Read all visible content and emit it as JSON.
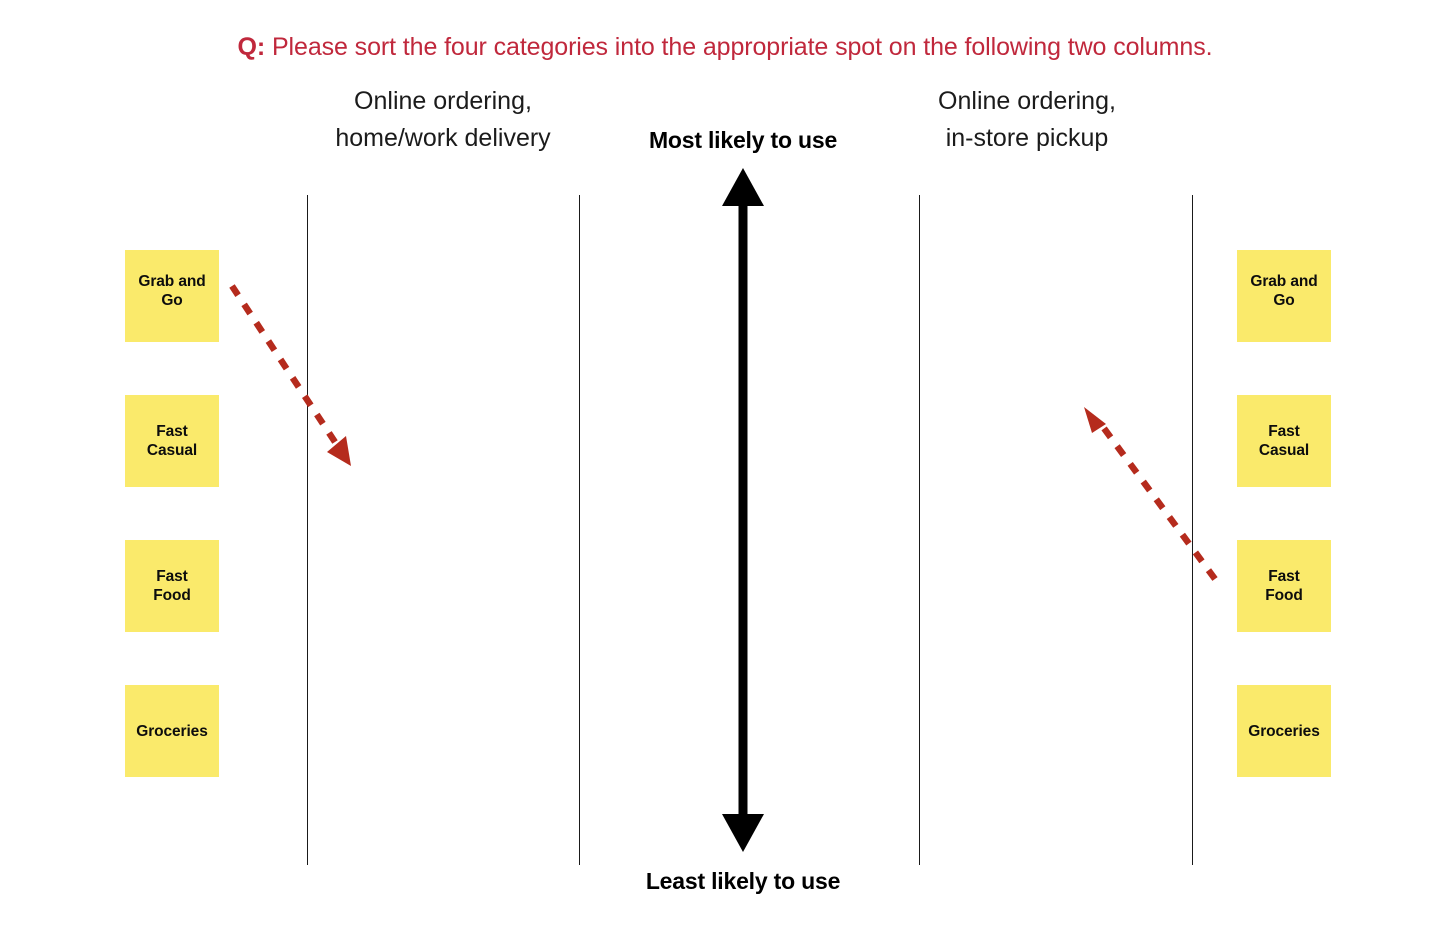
{
  "question": {
    "prefix": "Q:",
    "text": "Please sort the four categories into the appropriate spot on the following two columns."
  },
  "columns": [
    {
      "id": "home-work-delivery",
      "line1": "Online ordering,",
      "line2": "home/work delivery"
    },
    {
      "id": "in-store-pickup",
      "line1": "Online ordering,",
      "line2": " in-store pickup"
    }
  ],
  "scale": {
    "top_label": "Most likely to use",
    "bottom_label": "Least likely to use"
  },
  "categories_left": [
    {
      "label": "Grab and Go",
      "line1": "Grab and",
      "line2": "Go"
    },
    {
      "label": "Fast Casual",
      "line1": "Fast",
      "line2": "Casual"
    },
    {
      "label": "Fast Food",
      "line1": "Fast",
      "line2": "Food"
    },
    {
      "label": "Groceries",
      "line1": "Groceries",
      "line2": ""
    }
  ],
  "categories_right": [
    {
      "label": "Grab and Go",
      "line1": "Grab and",
      "line2": "Go"
    },
    {
      "label": "Fast Casual",
      "line1": "Fast",
      "line2": "Casual"
    },
    {
      "label": "Fast Food",
      "line1": "Fast",
      "line2": "Food"
    },
    {
      "label": "Groceries",
      "line1": "Groceries",
      "line2": ""
    }
  ],
  "annotations": [
    {
      "id": "drag-hint-left",
      "direction": "down-right",
      "from": "Grab and Go card",
      "to": "home/work delivery column"
    },
    {
      "id": "drag-hint-right",
      "direction": "up-left",
      "from": "Fast Food card",
      "to": "in-store pickup column"
    }
  ],
  "colors": {
    "question_red": "#C0283C",
    "card_yellow": "#FAEA6B",
    "annotation_red": "#B52B1D",
    "axis_black": "#000000",
    "divider": "#1a1a1a"
  }
}
